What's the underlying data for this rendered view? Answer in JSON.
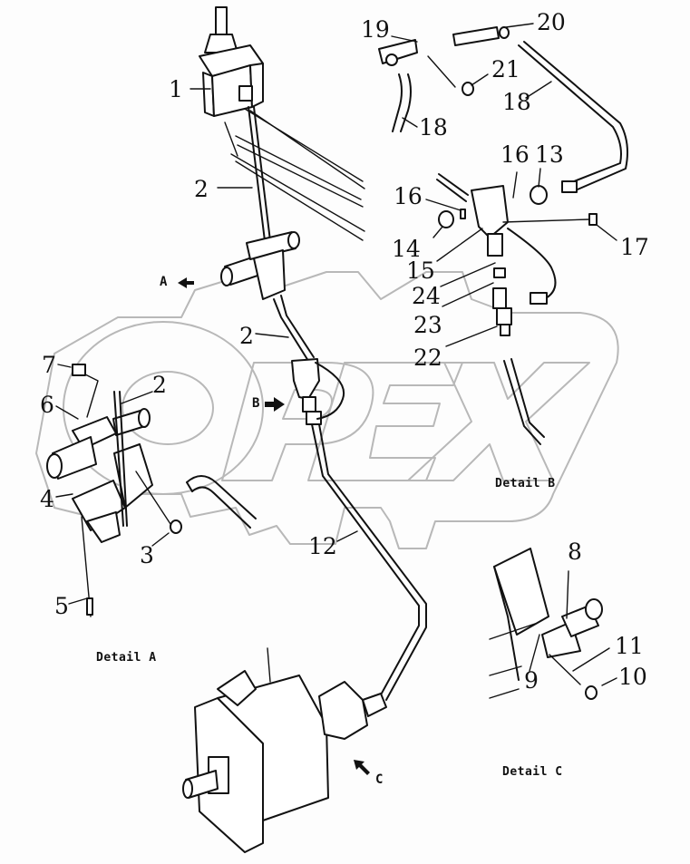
{
  "diagram": {
    "type": "exploded parts diagram",
    "watermark": "OPEX",
    "callouts": [
      {
        "id": "c1",
        "label": "1"
      },
      {
        "id": "c2a",
        "label": "2"
      },
      {
        "id": "c2b",
        "label": "2"
      },
      {
        "id": "c2c",
        "label": "2"
      },
      {
        "id": "c3",
        "label": "3"
      },
      {
        "id": "c4",
        "label": "4"
      },
      {
        "id": "c5",
        "label": "5"
      },
      {
        "id": "c6",
        "label": "6"
      },
      {
        "id": "c7",
        "label": "7"
      },
      {
        "id": "c8",
        "label": "8"
      },
      {
        "id": "c9",
        "label": "9"
      },
      {
        "id": "c10",
        "label": "10"
      },
      {
        "id": "c11",
        "label": "11"
      },
      {
        "id": "c12",
        "label": "12"
      },
      {
        "id": "c13",
        "label": "13"
      },
      {
        "id": "c14",
        "label": "14"
      },
      {
        "id": "c15",
        "label": "15"
      },
      {
        "id": "c16a",
        "label": "16"
      },
      {
        "id": "c16b",
        "label": "16"
      },
      {
        "id": "c17",
        "label": "17"
      },
      {
        "id": "c18a",
        "label": "18"
      },
      {
        "id": "c18b",
        "label": "18"
      },
      {
        "id": "c19",
        "label": "19"
      },
      {
        "id": "c20",
        "label": "20"
      },
      {
        "id": "c21",
        "label": "21"
      },
      {
        "id": "c22",
        "label": "22"
      },
      {
        "id": "c23",
        "label": "23"
      },
      {
        "id": "c24",
        "label": "24"
      }
    ],
    "view_markers": {
      "a": "A",
      "b": "B",
      "c": "C"
    },
    "detail_labels": {
      "a": "Detail A",
      "b": "Detail B",
      "c": "Detail C"
    }
  }
}
